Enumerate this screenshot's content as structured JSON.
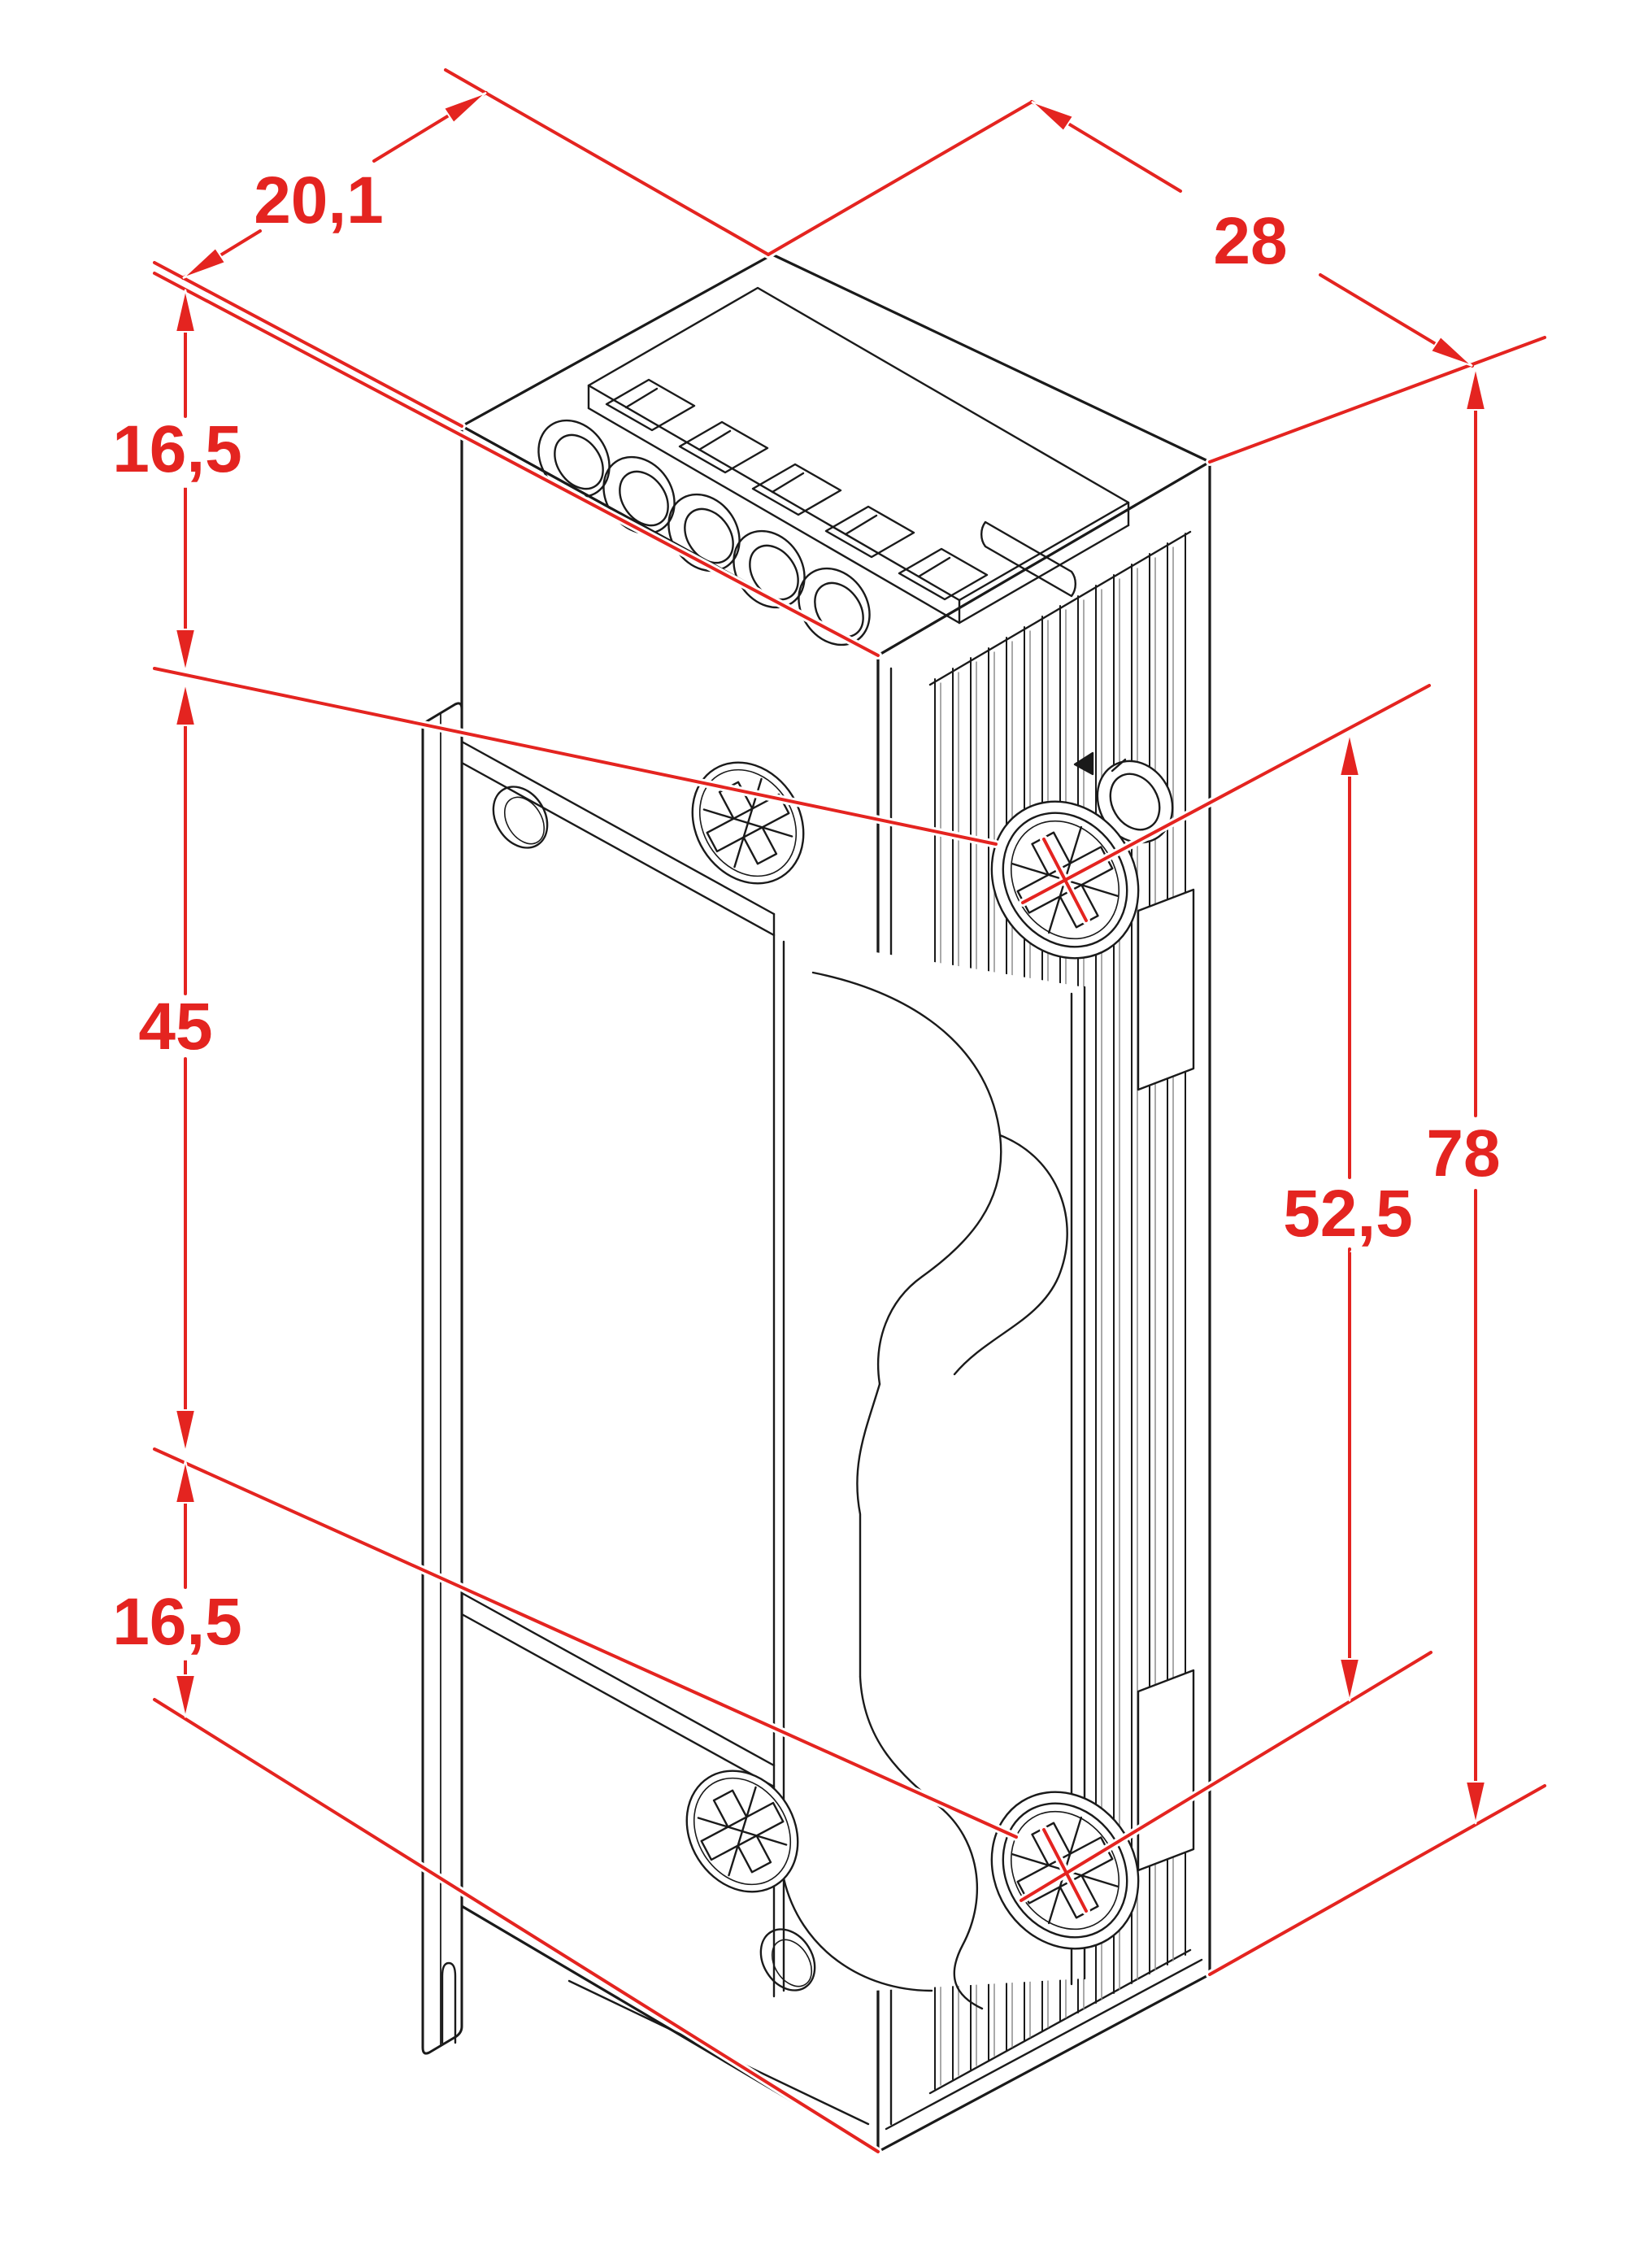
{
  "drawing": {
    "background_color": "#ffffff",
    "outline_color": "#1a1a1a",
    "dimension_color": "#e42420",
    "view": "isometric",
    "dimension_labels": {
      "top_width": "20,1",
      "top_depth": "28",
      "left_top": "16,5",
      "left_middle": "45",
      "left_bottom": "16,5",
      "right_screw_spacing": "52,5",
      "overall_height": "78"
    }
  }
}
